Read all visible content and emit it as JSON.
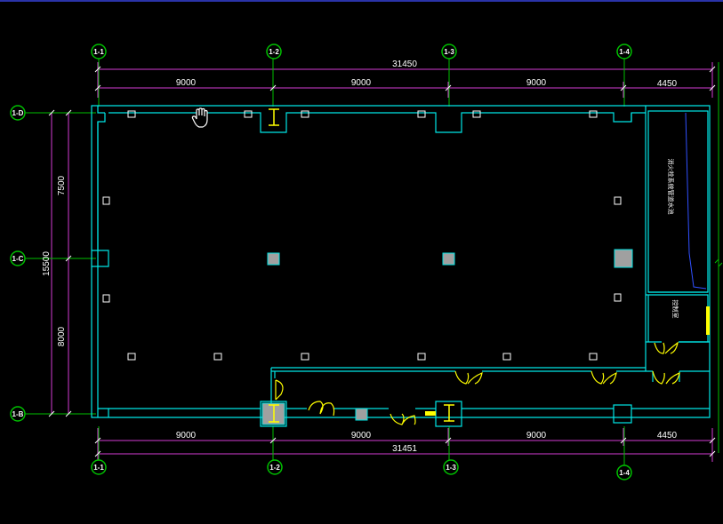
{
  "colors": {
    "background": "#000000",
    "wall": "#00e5e5",
    "dimension": "#d43cd4",
    "axis_circle": "#00c000",
    "door": "#ffff00",
    "column_fill": "#a0a0a0",
    "glass_line": "#3050ff"
  },
  "top_dimensions": {
    "total": "31450",
    "spans": [
      "9000",
      "9000",
      "9000",
      "4450"
    ]
  },
  "bottom_dimensions": {
    "total": "31451",
    "spans": [
      "9000",
      "9000",
      "9000",
      "4450"
    ]
  },
  "left_dimensions": {
    "total": "15500",
    "spans": [
      "7500",
      "8000"
    ]
  },
  "axis_labels": {
    "top": [
      "1-1",
      "1-2",
      "1-3",
      "1-4"
    ],
    "bottom": [
      "1-1",
      "1-2",
      "1-3",
      "1-4"
    ],
    "left": [
      "1-D",
      "1-C",
      "1-B"
    ]
  },
  "rooms": {
    "right_long_room": "消火栓系统管道水池",
    "right_small_room": "控制室"
  },
  "cursor": "hand-cursor-icon"
}
